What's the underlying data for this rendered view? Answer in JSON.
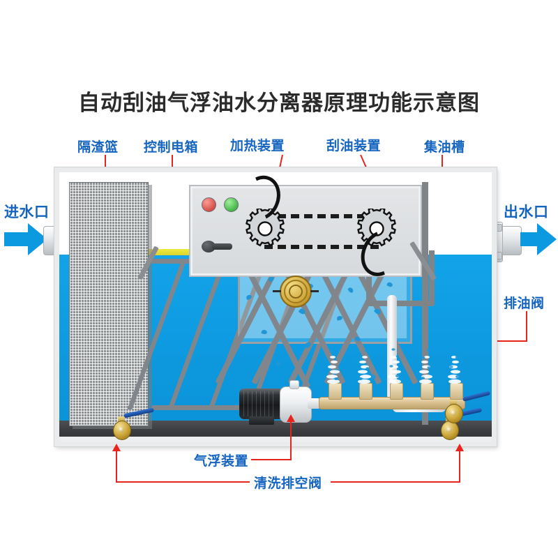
{
  "title": "自动刮油气浮油水分离器原理功能示意图",
  "labels": {
    "slag_basket": "隔渣篮",
    "control_cabinet": "控制电箱",
    "heating_device": "加热装置",
    "oil_scraper": "刮油装置",
    "oil_collection_trough": "集油槽",
    "water_inlet": "进水口",
    "water_outlet": "出水口",
    "oil_drain_valve": "排油阀",
    "air_flotation_device": "气浮装置",
    "cleaning_drain_valve": "清洗排空阀"
  },
  "colors": {
    "label_blue": "#1565c0",
    "arrow_red": "#e8251c",
    "title_gray": "#2b2b2b",
    "water_blue": "#0e9ae0",
    "oil_yellow": "#eeea3c",
    "sludge_gray": "#3b3d40",
    "brass": "#c9a234",
    "steel_gray": "#80868b",
    "flow_arrow_blue": "#0b9ae0"
  },
  "indicators": {
    "power_lamp": "red",
    "run_lamp": "green"
  }
}
